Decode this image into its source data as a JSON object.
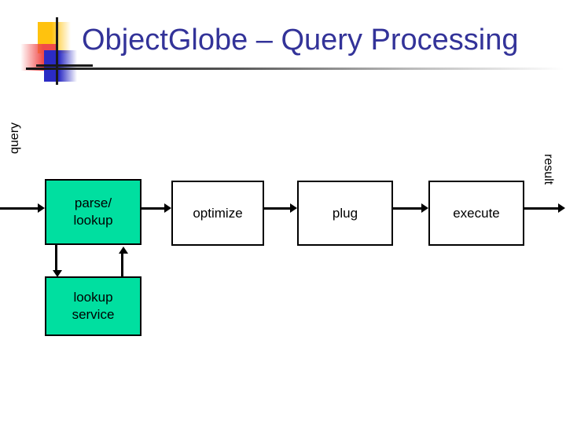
{
  "slide": {
    "title": "ObjectGlobe – Query Processing",
    "title_color": "#333399",
    "background_color": "#ffffff"
  },
  "logo": {
    "name": "objectglobe-logo",
    "yellow": "#ffc20e",
    "red": "#f04a4a",
    "blue": "#2b2bc4",
    "cross": "#1a1a1a"
  },
  "diagram": {
    "type": "pipeline-flowchart",
    "accent_green": "#00dfa0",
    "stroke": "#000000",
    "input_label": "query",
    "output_label": "result",
    "nodes": [
      {
        "id": "parse-lookup",
        "label": "parse/\nlookup",
        "fill": "#00dfa0",
        "row": "main"
      },
      {
        "id": "optimize",
        "label": "optimize",
        "fill": "#ffffff",
        "row": "main"
      },
      {
        "id": "plug",
        "label": "plug",
        "fill": "#ffffff",
        "row": "main"
      },
      {
        "id": "execute",
        "label": "execute",
        "fill": "#ffffff",
        "row": "main"
      },
      {
        "id": "lookup-service",
        "label": "lookup\nservice",
        "fill": "#00dfa0",
        "row": "lower"
      }
    ],
    "edges": [
      {
        "from": "query",
        "to": "parse-lookup",
        "direction": "right"
      },
      {
        "from": "parse-lookup",
        "to": "optimize",
        "direction": "right"
      },
      {
        "from": "optimize",
        "to": "plug",
        "direction": "right"
      },
      {
        "from": "plug",
        "to": "execute",
        "direction": "right"
      },
      {
        "from": "execute",
        "to": "result",
        "direction": "right"
      },
      {
        "from": "parse-lookup",
        "to": "lookup-service",
        "direction": "down"
      },
      {
        "from": "lookup-service",
        "to": "parse-lookup",
        "direction": "up"
      }
    ]
  }
}
